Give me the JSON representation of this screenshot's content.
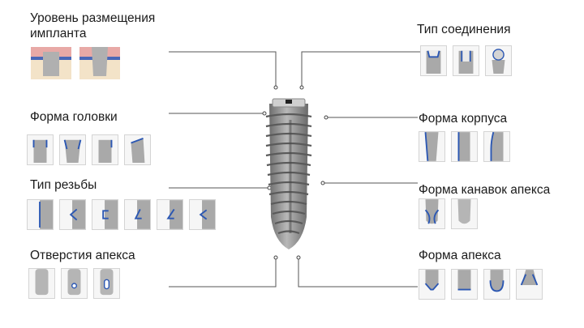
{
  "left": {
    "placement": {
      "title_line1": "Уровень размещения",
      "title_line2": "импланта"
    },
    "head_form": "Форма головки",
    "thread_type": "Тип резьбы",
    "apex_holes": "Отверстия апекса"
  },
  "right": {
    "connection_type": "Тип соединения",
    "body_form": "Форма корпуса",
    "apex_grooves": "Форма канавок апекса",
    "apex_form": "Форма апекса"
  },
  "colors": {
    "accent_blue": "#2b57b3",
    "thumb_gray": "#a9a9a9",
    "implant_gray": "#8d8d8d",
    "line_gray": "#444444"
  },
  "icons": [
    "placement-level-icon",
    "connection-type-icon",
    "head-form-icon",
    "body-form-icon",
    "thread-type-icon",
    "apex-groove-icon",
    "apex-hole-icon",
    "apex-form-icon",
    "implant-icon"
  ]
}
